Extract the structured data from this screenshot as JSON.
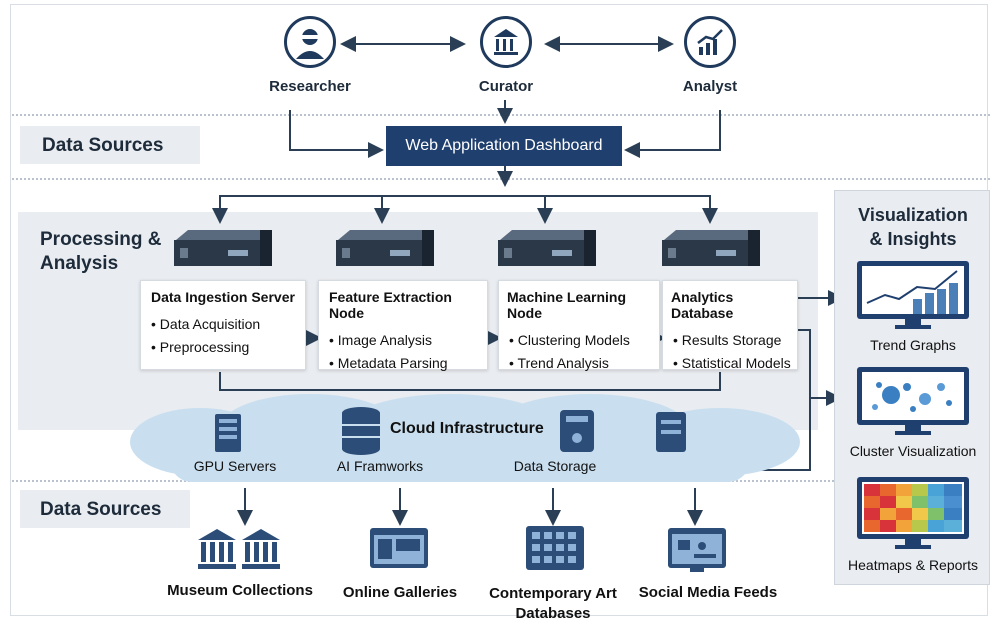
{
  "actors": [
    {
      "label": "Researcher",
      "icon": "researcher-icon"
    },
    {
      "label": "Curator",
      "icon": "museum-building-icon"
    },
    {
      "label": "Analyst",
      "icon": "growth-chart-icon"
    }
  ],
  "sections": {
    "top_sources": "Data Sources",
    "processing": "Processing &\nAnalysis",
    "bottom_sources": "Data Sources"
  },
  "dashboard": {
    "label": "Web Application Dashboard"
  },
  "nodes": [
    {
      "title": "Data Ingestion Server",
      "items": [
        "Data Acquisition",
        "Preprocessing"
      ]
    },
    {
      "title": "Feature Extraction Node",
      "items": [
        "Image Analysis",
        "Metadata Parsing"
      ]
    },
    {
      "title": "Machine Learning Node",
      "items": [
        "Clustering Models",
        "Trend Analysis"
      ]
    },
    {
      "title": "Analytics Database",
      "items": [
        "Results Storage",
        "Statistical Models"
      ]
    }
  ],
  "cloud": {
    "title": "Cloud Infrastructure",
    "items": [
      {
        "label": "GPU Servers",
        "icon": "server-rack-icon"
      },
      {
        "label": "AI Framworks",
        "icon": "database-stack-icon"
      },
      {
        "label": "Data Storage",
        "icon": "storage-drive-icon"
      }
    ]
  },
  "visualization": {
    "title": "Visualization\n& Insights",
    "items": [
      {
        "label": "Trend Graphs",
        "icon": "trend-graph-monitor-icon"
      },
      {
        "label": "Cluster Visualization",
        "icon": "cluster-monitor-icon"
      },
      {
        "label": "Heatmaps & Reports",
        "icon": "heatmap-monitor-icon"
      }
    ]
  },
  "sources": [
    {
      "label": "Museum Collections",
      "icon": "museum-icon"
    },
    {
      "label": "Online Galleries",
      "icon": "gallery-window-icon"
    },
    {
      "label": "Contemporary Art\nDatabases",
      "icon": "art-database-icon"
    },
    {
      "label": "Social Media Feeds",
      "icon": "social-feed-icon"
    }
  ],
  "colors": {
    "navy": "#1f3f6e",
    "band": "#e9ecf0",
    "cloud": "#c9dff0",
    "line": "#2a3f55"
  }
}
